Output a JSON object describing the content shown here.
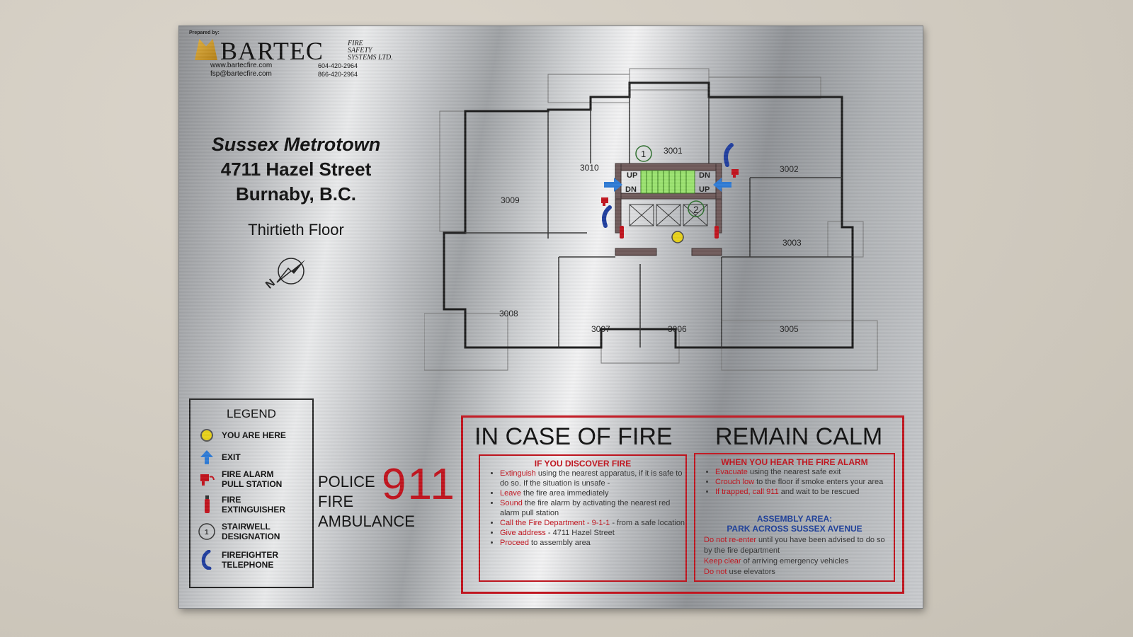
{
  "brand": {
    "prepared_by": "Prepared by:",
    "name": "BARTEC",
    "sub_line1": "FIRE",
    "sub_line2": "SAFETY",
    "sub_line3": "SYSTEMS LTD.",
    "web": "www.bartecfire.com",
    "email": "fsp@bartecfire.com",
    "phone1": "604-420-2964",
    "phone2": "866-420-2964"
  },
  "address": {
    "building": "Sussex Metrotown",
    "street": "4711 Hazel Street",
    "city": "Burnaby, B.C.",
    "floor": "Thirtieth Floor"
  },
  "compass": {
    "label": "N"
  },
  "legend": {
    "title": "LEGEND",
    "items": [
      {
        "label1": "YOU ARE HERE",
        "label2": "",
        "icon": "you-are-here-icon"
      },
      {
        "label1": "EXIT",
        "label2": "",
        "icon": "exit-arrow-icon"
      },
      {
        "label1": "FIRE ALARM",
        "label2": "PULL STATION",
        "icon": "fire-alarm-icon"
      },
      {
        "label1": "FIRE",
        "label2": "EXTINGUISHER",
        "icon": "fire-extinguisher-icon"
      },
      {
        "label1": "STAIRWELL",
        "label2": "DESIGNATION",
        "icon": "stairwell-icon"
      },
      {
        "label1": "FIREFIGHTER",
        "label2": "TELEPHONE",
        "icon": "firefighter-telephone-icon"
      }
    ]
  },
  "emergency": {
    "police": "POLICE",
    "fire": "FIRE",
    "ambulance": "AMBULANCE",
    "number": "911"
  },
  "instructions": {
    "heading_left": "IN CASE OF FIRE",
    "heading_right": "REMAIN CALM",
    "discover": {
      "title": "IF YOU DISCOVER FIRE",
      "items": [
        {
          "key": "Extinguish",
          "text": " using the nearest apparatus, if it is safe to do so. If the situation is unsafe -"
        },
        {
          "key": "Leave",
          "text": " the fire area immediately"
        },
        {
          "key": "Sound",
          "text": " the fire alarm by activating the nearest red alarm pull station"
        },
        {
          "key": "Call the Fire Department - 9-1-1",
          "text": " - from a safe location"
        },
        {
          "key": "Give address",
          "text": " - 4711 Hazel Street"
        },
        {
          "key": "Proceed",
          "text": " to assembly area"
        }
      ]
    },
    "alarm": {
      "title": "WHEN YOU HEAR THE FIRE ALARM",
      "items": [
        {
          "key": "Evacuate",
          "text": " using the nearest safe exit"
        },
        {
          "key": "Crouch low",
          "text": " to the floor if smoke enters your area"
        },
        {
          "key": "If trapped, call 911",
          "text": " and wait to be rescued"
        }
      ],
      "assembly_title": "ASSEMBLY AREA:",
      "assembly_place": "PARK ACROSS SUSSEX AVENUE",
      "tail": [
        {
          "key": "Do not re-enter",
          "text": " until you have been advised to do so by the fire department"
        },
        {
          "key": "Keep clear",
          "text": " of arriving emergency vehicles"
        },
        {
          "key": "Do not",
          "text": " use elevators"
        }
      ]
    }
  },
  "floor_plan": {
    "units": [
      "3001",
      "3002",
      "3003",
      "3005",
      "3006",
      "3007",
      "3008",
      "3009",
      "3010"
    ],
    "stair_labels": {
      "up_left": "UP",
      "dn_left": "DN",
      "dn_right": "DN",
      "up_right": "UP"
    },
    "stairwells": [
      "1",
      "2"
    ],
    "colors": {
      "exit": "#2e7bd6",
      "alarm": "#c1121c",
      "phone": "#1f3d9e",
      "you_are_here": "#e8d21a",
      "stairs": "#7ed957"
    }
  }
}
